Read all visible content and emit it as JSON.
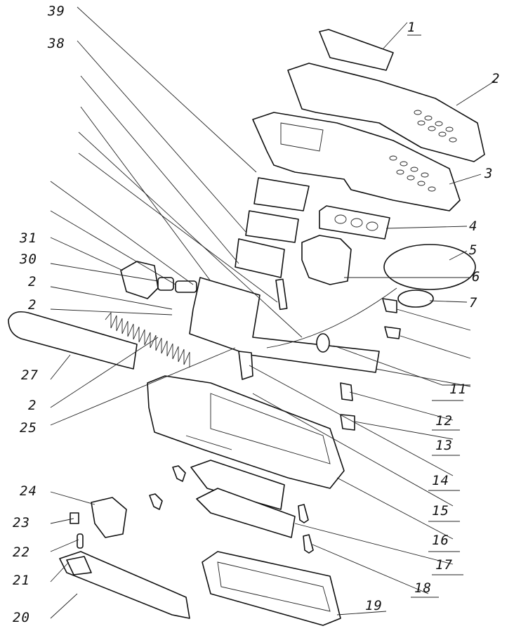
{
  "diagram": {
    "type": "exploded-assembly-drawing",
    "colors": {
      "line": "#111111",
      "background": "#ffffff"
    },
    "callouts": [
      "1",
      "2",
      "3",
      "4",
      "5",
      "6",
      "7",
      "11",
      "12",
      "13",
      "14",
      "15",
      "16",
      "17",
      "18",
      "19",
      "20",
      "21",
      "22",
      "23",
      "24",
      "25",
      "27",
      "2",
      "2",
      "2",
      "30",
      "31",
      "38",
      "39"
    ],
    "labels": {
      "c1": "1",
      "c2_top": "2",
      "c3": "3",
      "c4": "4",
      "c5": "5",
      "c6": "6",
      "c7": "7",
      "c11": "11",
      "c12": "12",
      "c13": "13",
      "c14": "14",
      "c15": "15",
      "c16": "16",
      "c17": "17",
      "c18": "18",
      "c19": "19",
      "c20": "20",
      "c21": "21",
      "c22": "22",
      "c23": "23",
      "c24": "24",
      "c25": "25",
      "c27": "27",
      "c2_a": "2",
      "c2_b": "2",
      "c2_c": "2",
      "c30": "30",
      "c31": "31",
      "c38": "38",
      "c39": "39"
    }
  }
}
